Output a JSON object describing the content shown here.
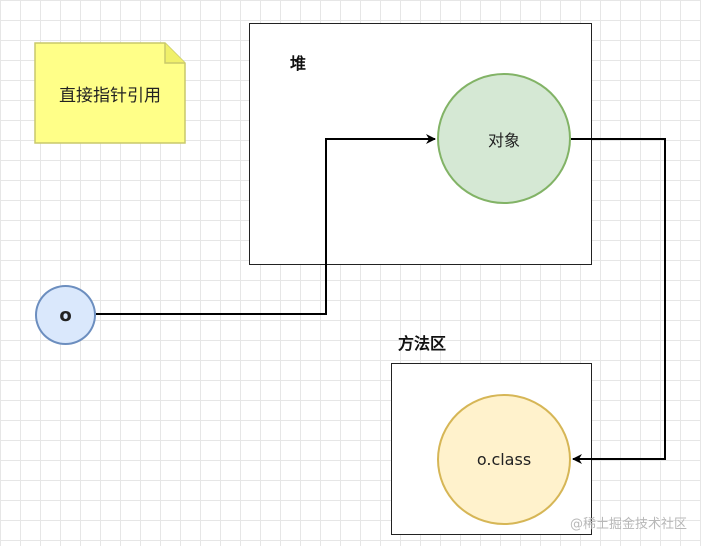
{
  "note": {
    "text": "直接指针引用"
  },
  "heap": {
    "label": "堆"
  },
  "object": {
    "label": "对象"
  },
  "method_area": {
    "label": "方法区"
  },
  "class": {
    "label": "o.class"
  },
  "pointer": {
    "label": "o"
  },
  "watermark": "@稀土掘金技术社区",
  "colors": {
    "note_fill": "#ffff88",
    "note_stroke": "#c9c96a",
    "object_fill": "#d5e8d4",
    "object_stroke": "#82b366",
    "class_fill": "#fff2cc",
    "class_stroke": "#d6b656",
    "pointer_fill": "#dae8fc",
    "pointer_stroke": "#6c8ebf"
  }
}
